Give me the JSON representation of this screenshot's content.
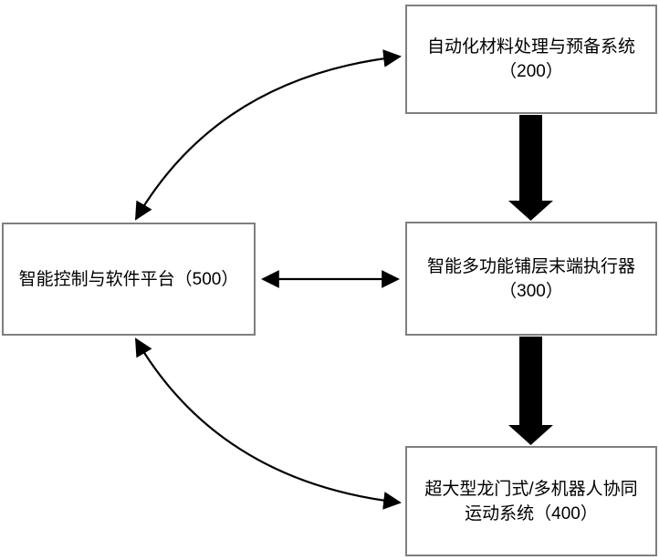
{
  "diagram": {
    "boxes": {
      "box200": {
        "line1": "自动化材料处理与预备系统",
        "line2": "（200）"
      },
      "box300": {
        "line1": "智能多功能铺层末端执行器",
        "line2": "（300）"
      },
      "box400": {
        "line1": "超大型龙门式/多机器人协同",
        "line2": "运动系统（400）"
      },
      "box500": {
        "line1": "智能控制与软件平台（500）"
      }
    },
    "connections": [
      {
        "from": "box500",
        "to": "box200",
        "style": "curved-thin",
        "direction": "bidirectional"
      },
      {
        "from": "box200",
        "to": "box300",
        "style": "thick-block",
        "direction": "down"
      },
      {
        "from": "box500",
        "to": "box300",
        "style": "straight-thin",
        "direction": "bidirectional"
      },
      {
        "from": "box300",
        "to": "box400",
        "style": "thick-block",
        "direction": "down"
      },
      {
        "from": "box500",
        "to": "box400",
        "style": "curved-thin",
        "direction": "bidirectional"
      }
    ],
    "colors": {
      "box_border": "#7f7f7f",
      "box_fill": "#ffffff",
      "arrow": "#000000",
      "background": "#ffffff"
    }
  }
}
